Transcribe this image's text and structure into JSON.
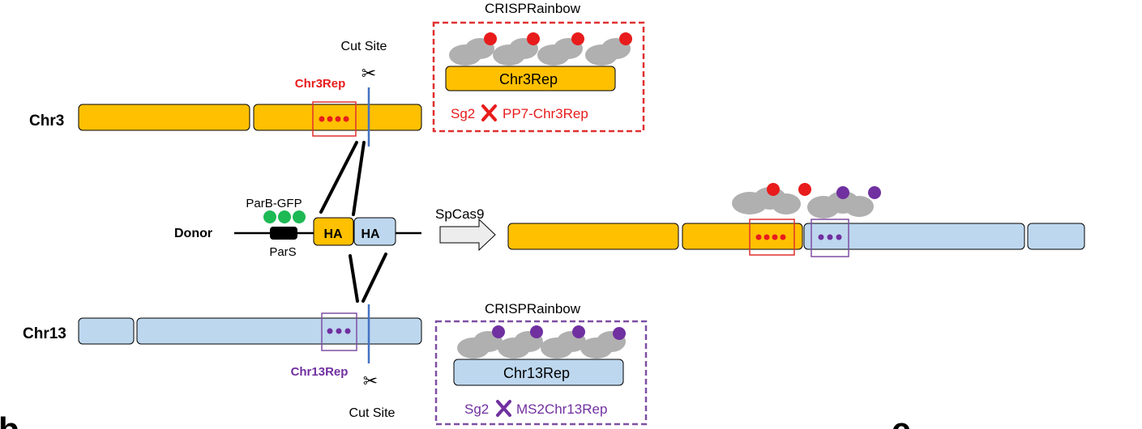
{
  "colors": {
    "yellow": "#FFC000",
    "blue": "#BDD7EE",
    "red": "#E81C1C",
    "purple": "#7030A0",
    "green": "#1DB954",
    "gray": "#B3B3B3",
    "cut_line": "#4472C4",
    "red_box": "#E03030",
    "purple_box": "#7E4FA3"
  },
  "chromosomes": {
    "chr3": {
      "label": "Chr3",
      "rep_label": "Chr3Rep"
    },
    "chr13": {
      "label": "Chr13",
      "rep_label": "Chr13Rep"
    }
  },
  "cut_site": {
    "top_label": "Cut Site",
    "bottom_label": "Cut Site"
  },
  "donor": {
    "label": "Donor",
    "parb_label": "ParB-GFP",
    "pars_label": "ParS",
    "ha_left": "HA",
    "ha_right": "HA"
  },
  "arrow": {
    "label": "SpCas9"
  },
  "crisprainbow_top": {
    "title": "CRISPRainbow",
    "bar_label": "Chr3Rep",
    "sg_label": "Sg2",
    "fusion_label": "PP7-Chr3Rep"
  },
  "crisprainbow_bottom": {
    "title": "CRISPRainbow",
    "bar_label": "Chr13Rep",
    "sg_label": "Sg2",
    "fusion_label": "MS2Chr13Rep"
  },
  "panel_letters": {
    "left": "b",
    "right": "c"
  }
}
